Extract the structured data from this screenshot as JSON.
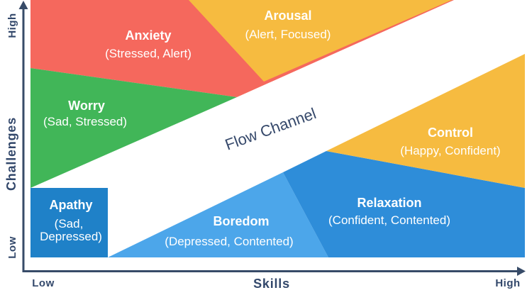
{
  "title": "Flow Channel diagram (challenges vs skills)",
  "flow_channel": {
    "label": "Flow Channel",
    "band_color": "#FFFFFF",
    "label_color": "#36496B"
  },
  "axes": {
    "y_axis_label": "Challenges",
    "y_high": "High",
    "y_low": "Low",
    "x_axis_label": "Skills",
    "x_low": "Low",
    "x_high": "High",
    "ink_color": "#374B68"
  },
  "regions": {
    "anxiety": {
      "title": "Anxiety",
      "subtitle": "(Stressed, Alert)",
      "color": "#F5685D"
    },
    "arousal": {
      "title": "Arousal",
      "subtitle": "(Alert, Focused)",
      "color": "#F6BB40"
    },
    "worry": {
      "title": "Worry",
      "subtitle": "(Sad, Stressed)",
      "color": "#41B658"
    },
    "apathy": {
      "title": "Apathy",
      "sub_lines": [
        "(Sad,",
        "Depressed)"
      ],
      "color": "#1F81C8"
    },
    "boredom": {
      "title": "Boredom",
      "subtitle": "(Depressed, Contented)",
      "color": "#4CA6EA"
    },
    "relaxation": {
      "title": "Relaxation",
      "subtitle": "(Confident, Contented)",
      "color": "#2E8DD9"
    },
    "control": {
      "title": "Control",
      "subtitle": "(Happy, Confident)",
      "color": "#F6BB40"
    }
  }
}
